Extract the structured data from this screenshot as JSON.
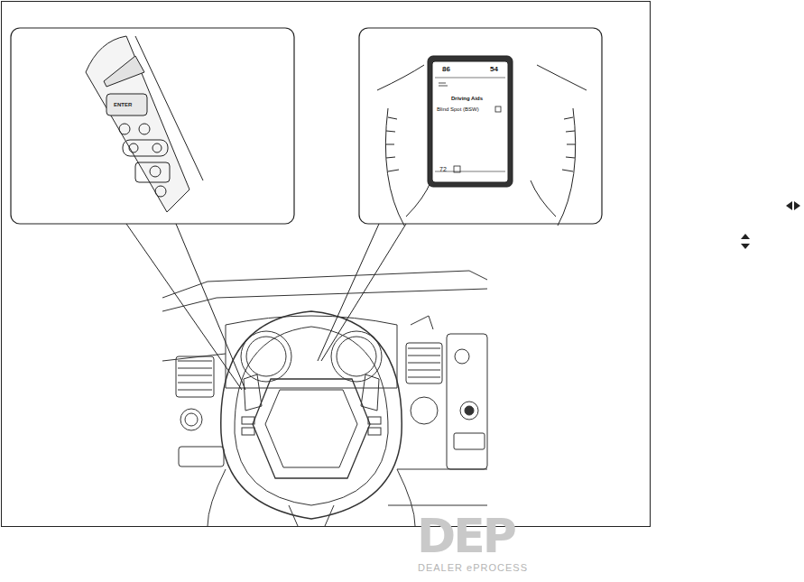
{
  "diagram": {
    "labels": [
      "ENTER",
      "86",
      "54",
      "Driving Aids",
      "Blind Spot (BSW)",
      "72",
      "DEP",
      "DEALER ePROCESS"
    ]
  }
}
